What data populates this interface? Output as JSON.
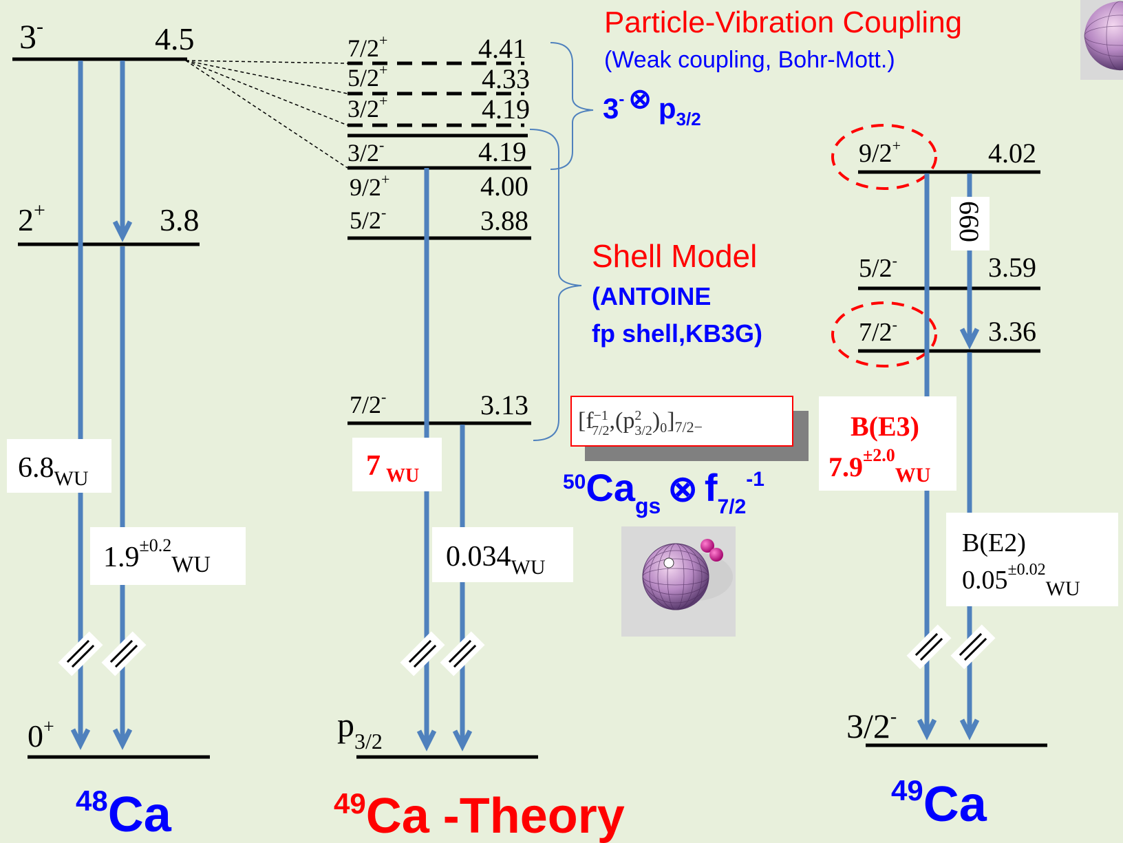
{
  "ca48": {
    "title_mass": "48",
    "title_el": "Ca",
    "lvl3": {
      "spin": "3",
      "parity": "-",
      "energy": "4.5"
    },
    "lvl2": {
      "spin": "2",
      "parity": "+",
      "energy": "3.8"
    },
    "lvl0": {
      "spin": "0",
      "parity": "+"
    },
    "b1": {
      "value": "6.8",
      "unit": "WU"
    },
    "b2": {
      "value": "1.9",
      "err": "±0.2",
      "unit": "WU"
    }
  },
  "theory": {
    "title_mass": "49",
    "title_el": "Ca -Theory",
    "levels": [
      {
        "spin": "7/2",
        "parity": "+",
        "energy": "4.41"
      },
      {
        "spin": "5/2",
        "parity": "+",
        "energy": "4.33"
      },
      {
        "spin": "3/2",
        "parity": "+",
        "energy": "4.19"
      },
      {
        "spin": "3/2",
        "parity": "-",
        "energy": "4.19"
      },
      {
        "spin": "9/2",
        "parity": "+",
        "energy": "4.00"
      },
      {
        "spin": "5/2",
        "parity": "-",
        "energy": "3.88"
      },
      {
        "spin": "7/2",
        "parity": "-",
        "energy": "3.13"
      }
    ],
    "ground": {
      "letter": "p",
      "sub": "3/2"
    },
    "b1": {
      "value": "7",
      "unit": "WU"
    },
    "b2": {
      "value": "0.034",
      "unit": "WU"
    }
  },
  "pvc": {
    "title": "Particle-Vibration Coupling",
    "sub": "(Weak coupling, Bohr-Mott.)",
    "coupling_3": "3",
    "coupling_minus": "-",
    "coupling_otimes": "⊗",
    "coupling_p": "p",
    "coupling_sub": "3/2"
  },
  "shell": {
    "title": "Shell Model",
    "line1": "(ANTOINE",
    "line2": "fp shell,KB3G)"
  },
  "config": {
    "f": "[f",
    "f_sup": "−1",
    "f_sub": "7/2",
    "mid": ",(p",
    "p_sup": "2",
    "p_sub": "3/2",
    "tail": ")",
    "tail_sub": "0",
    "close": "]",
    "close_sub": "7/2−",
    "gs_mass": "50",
    "gs_el": "Ca",
    "gs_sub": "gs",
    "gs_otimes": "⊗",
    "gs_f": "f",
    "gs_f_sub": "7/2",
    "gs_f_sup": "-1"
  },
  "ca49": {
    "title_mass": "49",
    "title_el": "Ca",
    "levels": [
      {
        "spin": "9/2",
        "parity": "+",
        "energy": "4.02"
      },
      {
        "spin": "5/2",
        "parity": "-",
        "energy": "3.59"
      },
      {
        "spin": "7/2",
        "parity": "-",
        "energy": "3.36"
      }
    ],
    "ground": {
      "spin": "3/2",
      "parity": "-"
    },
    "gamma": "660",
    "be3": {
      "label": "B(E3)",
      "value": "7.9",
      "err": "±2.0",
      "unit": "WU"
    },
    "be2": {
      "label": "B(E2)",
      "value": "0.05",
      "err": "±0.02",
      "unit": "WU"
    }
  },
  "colors": {
    "arrow": "#4f81bd",
    "red": "#ff0000",
    "blue": "#0000ff",
    "bg": "#e8f0dc"
  }
}
